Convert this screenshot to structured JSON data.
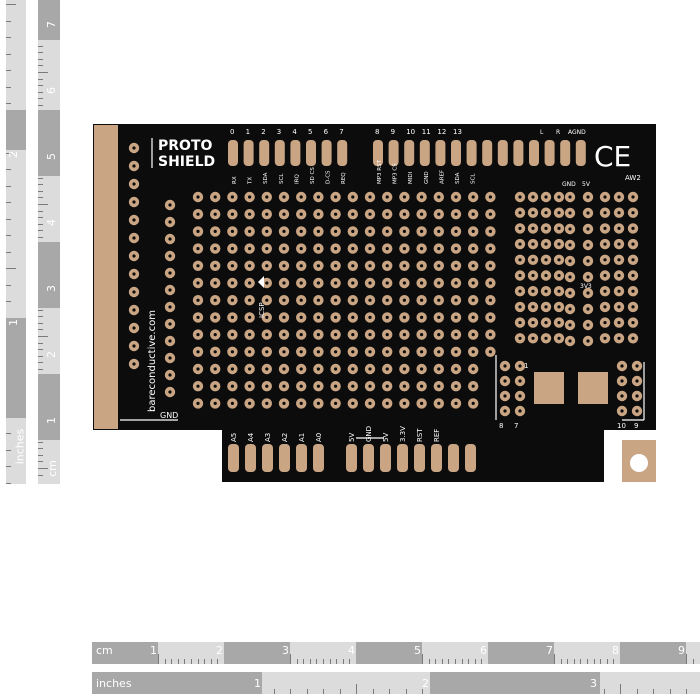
{
  "board": {
    "title_line1": "PROTO",
    "title_line2": "SHIELD",
    "brand": "bareconductive.com",
    "ce_mark": "CE",
    "revision": "AW2",
    "icsp_label": "ICSP",
    "gnd_left": "GND",
    "gnd_right": "GND",
    "gnd_top": "GND",
    "v5_top": "5V",
    "v33_mid": "3V3",
    "pin_7": "7",
    "pin_8": "8",
    "pin_10": "10",
    "pin_9": "9",
    "pin_1": "1",
    "top_numbers": [
      "0",
      "1",
      "2",
      "3",
      "4",
      "5",
      "6",
      "7",
      "8",
      "9",
      "10",
      "11",
      "12",
      "13"
    ],
    "top_right_labels": [
      "L",
      "R",
      "AGND"
    ],
    "top_vertical_labels": [
      "RX",
      "TX",
      "SDA",
      "SCL",
      "IRQ",
      "SD CS",
      "D-CS",
      "REQ",
      "MP3 RST",
      "MP3 CS",
      "MIDI",
      "GND",
      "AREF",
      "SDA",
      "SCL"
    ],
    "bottom_labels": [
      "A5",
      "A4",
      "A3",
      "A2",
      "A1",
      "A0",
      "5V",
      "GND",
      "5V",
      "3.3V",
      "RST",
      "REF"
    ]
  },
  "rulers": {
    "vertical_cm": [
      "7",
      "6",
      "5",
      "4",
      "3",
      "2",
      "1"
    ],
    "vertical_cm_unit": "cm",
    "vertical_in": [
      "2",
      "1"
    ],
    "vertical_in_unit": "inches",
    "horizontal_cm": [
      "1",
      "2",
      "3",
      "4",
      "5",
      "6",
      "7",
      "8",
      "9"
    ],
    "horizontal_cm_unit": "cm",
    "horizontal_in": [
      "1",
      "2",
      "3"
    ],
    "horizontal_in_unit": "inches"
  },
  "colors": {
    "board": "#0c0c0c",
    "copper": "#c9a584",
    "silkscreen": "#ffffff"
  }
}
